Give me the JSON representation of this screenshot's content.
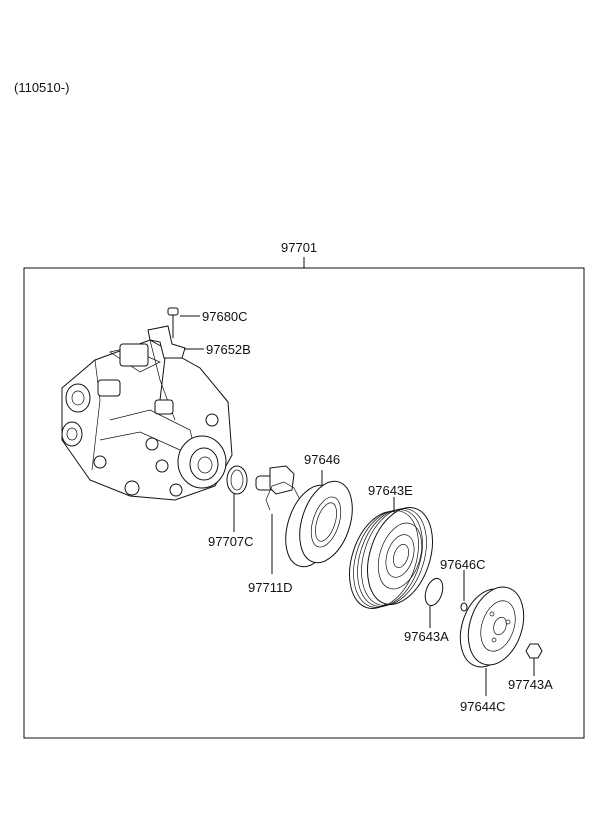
{
  "header": {
    "date_code": "(110510-)"
  },
  "assembly": {
    "part_no": "97701"
  },
  "callouts": {
    "bolt": "97680C",
    "bracket": "97652B",
    "o_ring": "97707C",
    "switch": "97711D",
    "field_coil": "97646",
    "pulley": "97643E",
    "snap_ring_small": "97646C",
    "snap_ring": "97643A",
    "hub": "97644C",
    "nut": "97743A"
  }
}
